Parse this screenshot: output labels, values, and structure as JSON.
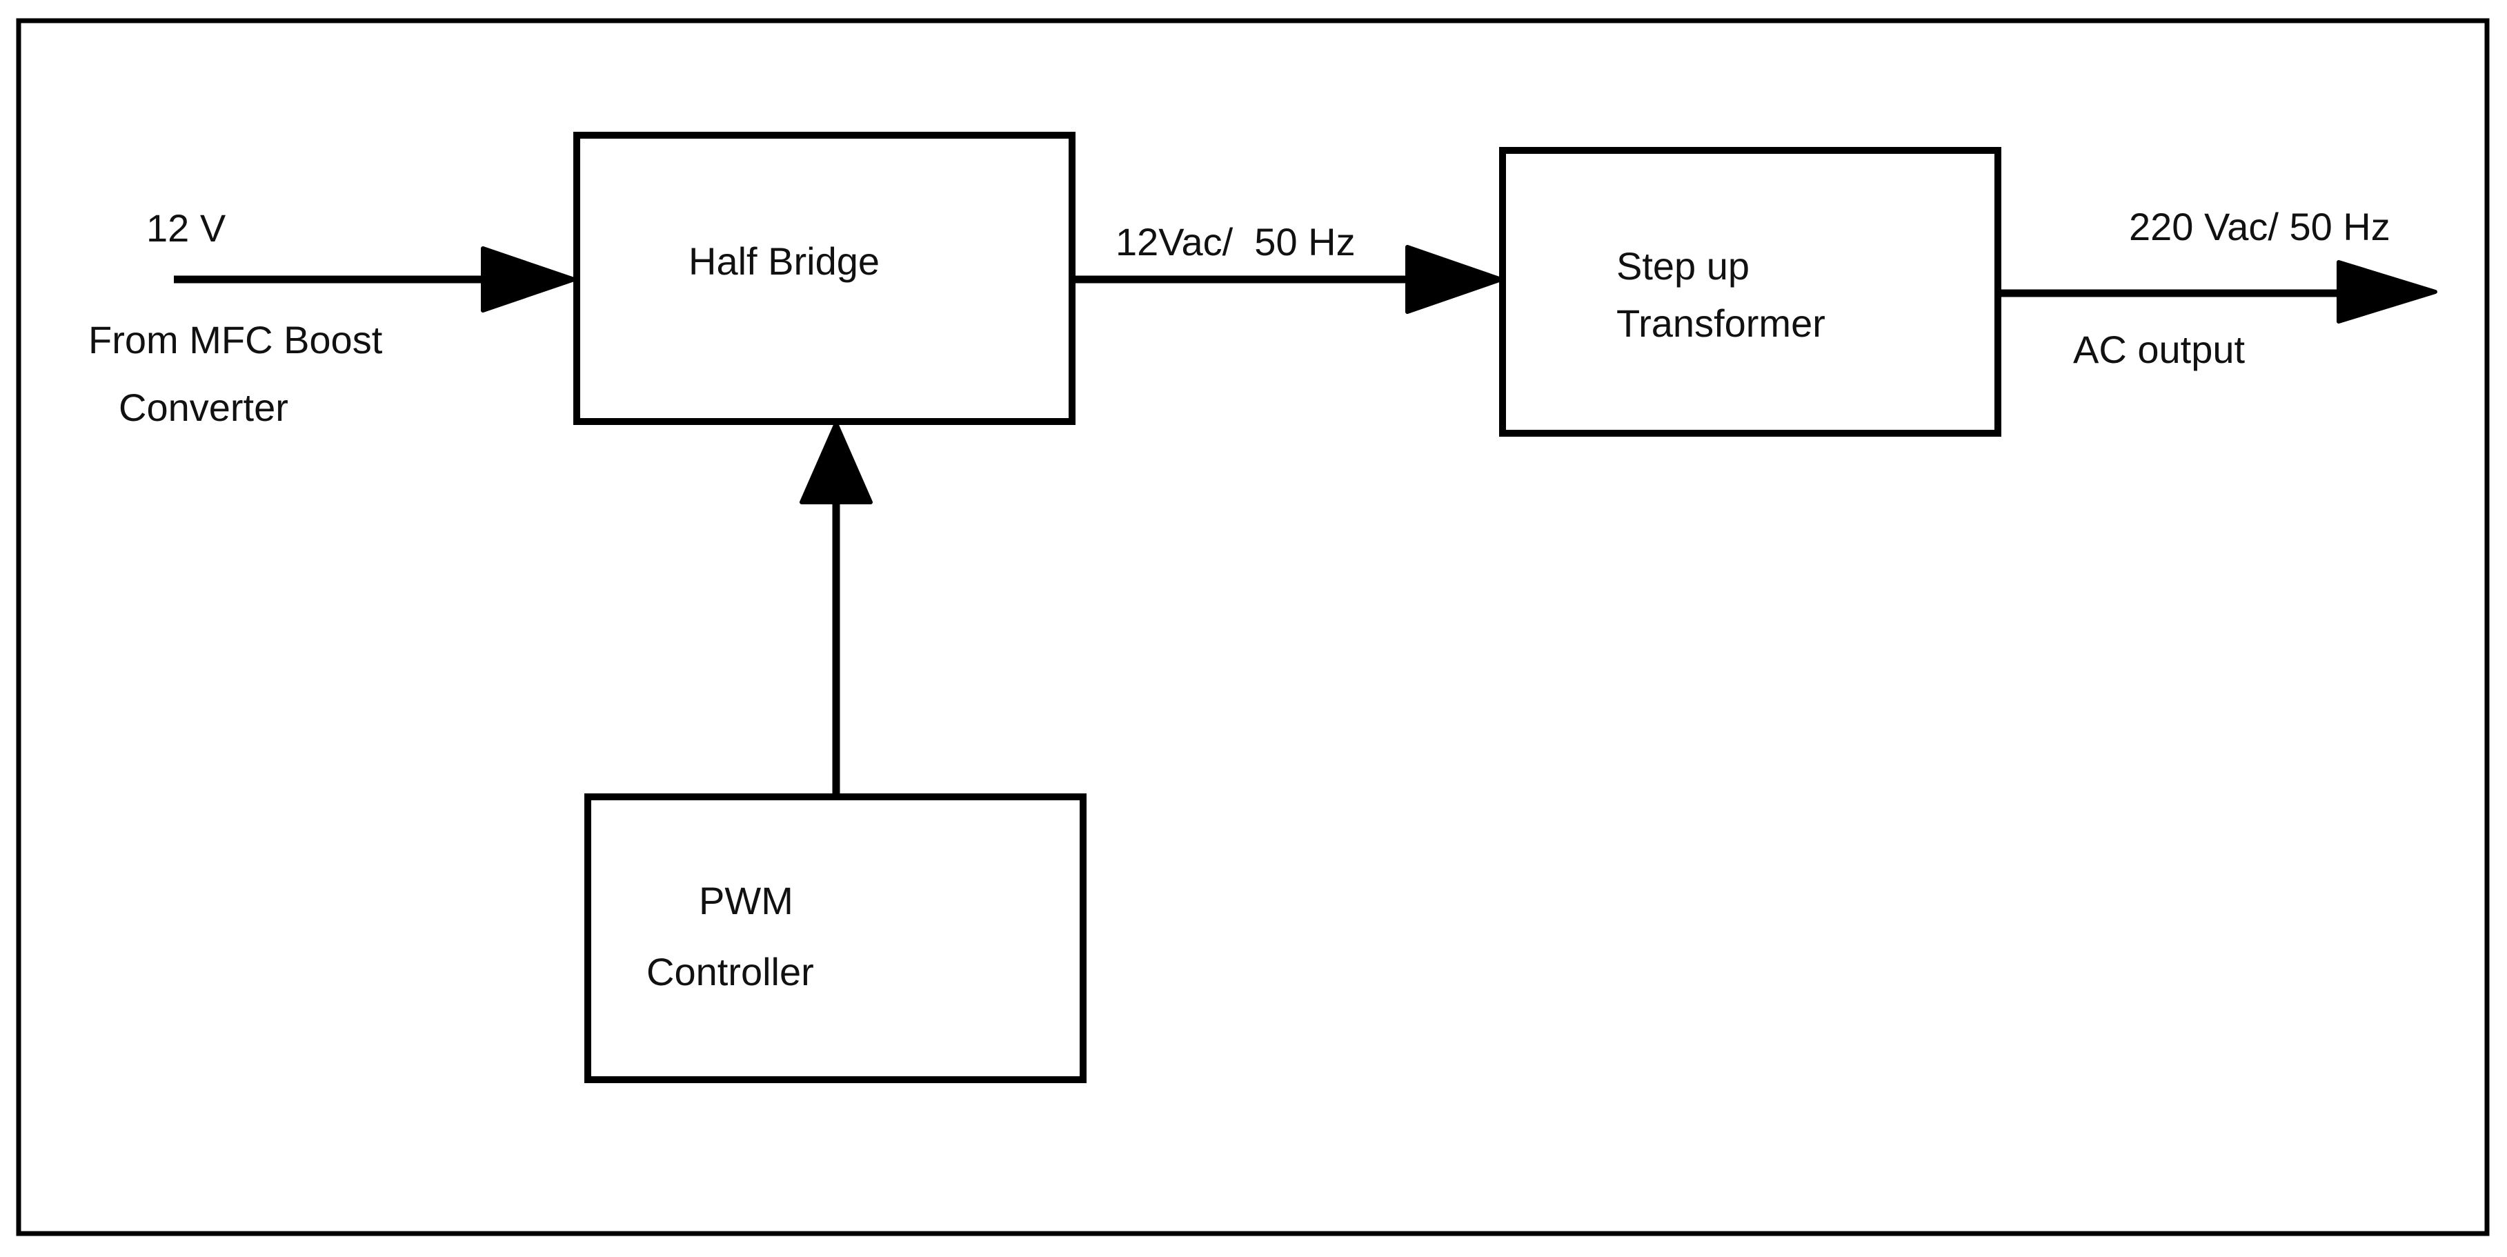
{
  "diagram": {
    "blocks": {
      "half_bridge": {
        "label": "Half Bridge"
      },
      "step_up": {
        "line1": "Step up",
        "line2": "Transformer"
      },
      "pwm": {
        "line1": "PWM",
        "line2": "Controller"
      }
    },
    "labels": {
      "input_voltage": "12 V",
      "input_source_line1": "From MFC Boost",
      "input_source_line2": "Converter",
      "bridge_output": "12Vac/  50 Hz",
      "transformer_output": "220 Vac/ 50 Hz",
      "ac_output": "AC output"
    },
    "colors": {
      "stroke": "#000000",
      "background": "#ffffff"
    }
  }
}
